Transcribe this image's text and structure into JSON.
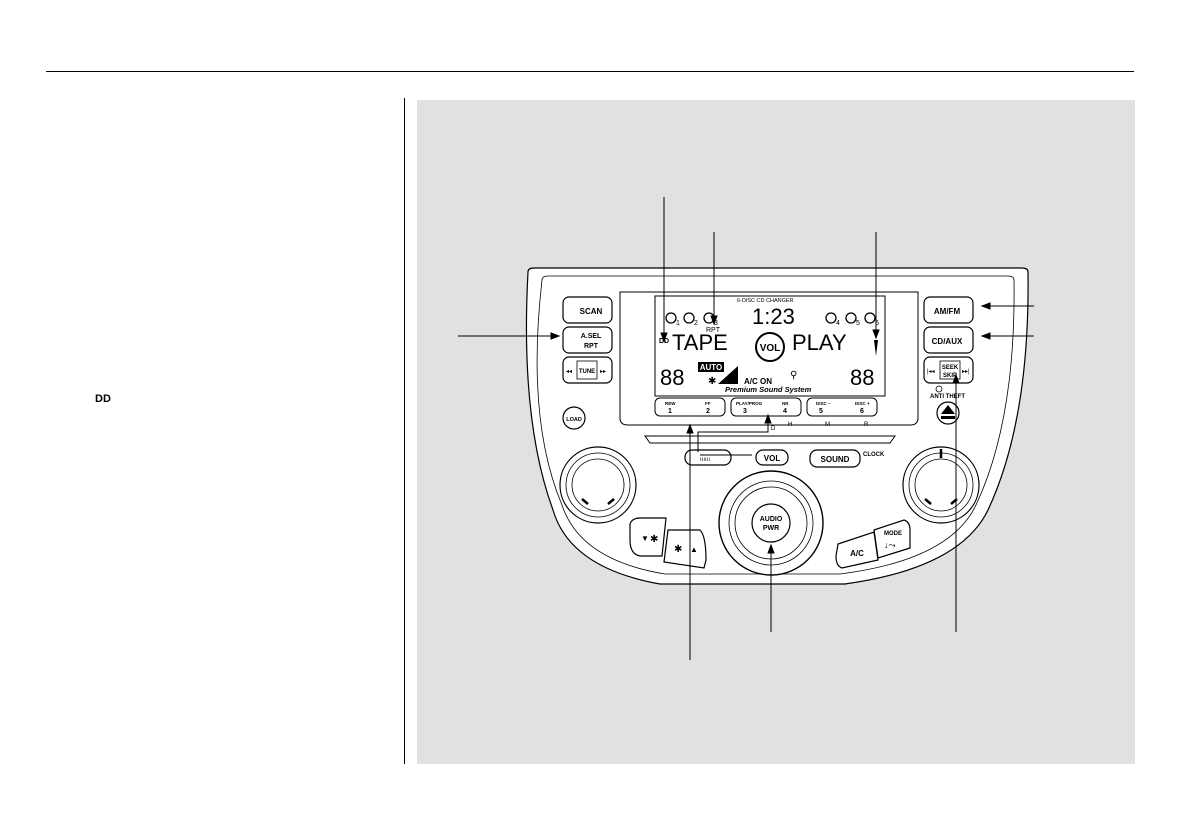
{
  "page": {
    "dolby_symbol": "DD"
  },
  "figure": {
    "display": {
      "changer_title": "6-DISC CD CHANGER",
      "disc_numbers": [
        "1",
        "2",
        "3",
        "4",
        "5",
        "6"
      ],
      "time": "1:23",
      "rpt_indicator": "RPT",
      "dolby_indicator": "DD",
      "main_left": "TAPE",
      "main_right": "PLAY",
      "vol_badge": "VOL",
      "temp_left": "88",
      "temp_right": "88",
      "auto_badge": "AUTO",
      "ac_on": "A/C ON",
      "brand": "Premium Sound System"
    },
    "buttons": {
      "scan": "SCAN",
      "asel": "A.SEL",
      "rpt": "RPT",
      "tune": "TUNE",
      "tune_left": "◂◂",
      "tune_right": "▸▸",
      "load": "LOAD",
      "amfm": "AM/FM",
      "cdaux": "CD/AUX",
      "seek": "SEEK",
      "skip": "SKIP",
      "seek_left": "|◂◂",
      "seek_right": "▸▸|",
      "anti_theft": "ANTI THEFT",
      "sound": "SOUND",
      "clock": "CLOCK",
      "vol": "VOL",
      "audio": "AUDIO",
      "pwr": "PWR",
      "ac": "A/C",
      "mode": "MODE",
      "fan_down": "▼",
      "fan_up": "▲",
      "presets": [
        {
          "top": "REW",
          "num": "1"
        },
        {
          "top": "FF",
          "num": "2"
        },
        {
          "top": "PLAY/PROG",
          "num": "3"
        },
        {
          "top": "NR",
          "num": "4"
        },
        {
          "top": "DISC −",
          "num": "5"
        },
        {
          "top": "DISC +",
          "num": "6"
        }
      ],
      "hmr": [
        "H",
        "M",
        "R"
      ],
      "d_label": "D"
    }
  }
}
